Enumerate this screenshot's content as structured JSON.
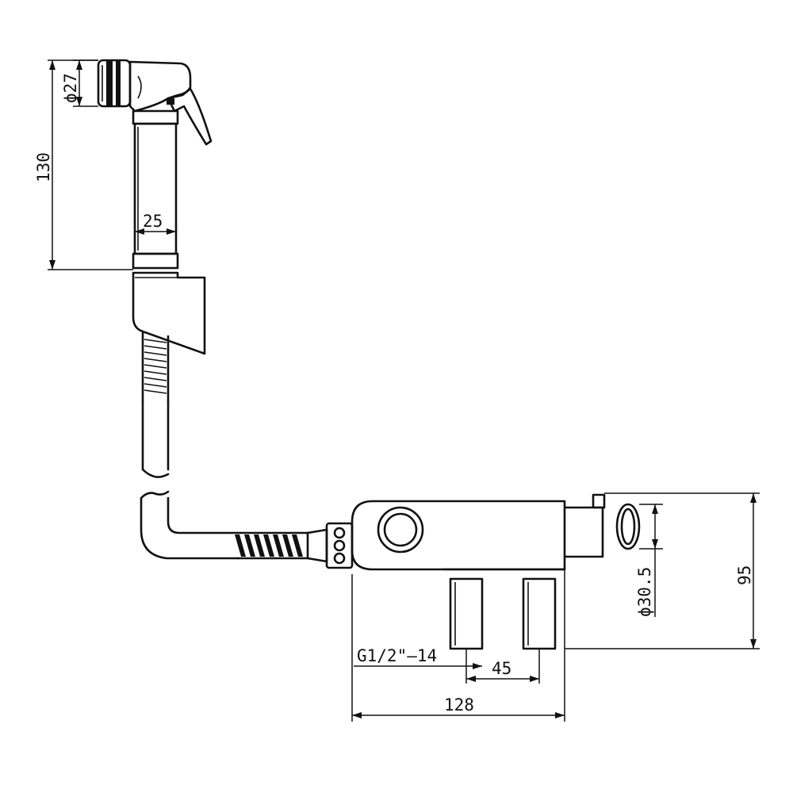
{
  "dimensions": {
    "head_diameter": "ϕ27",
    "handle_length": "130",
    "handle_width": "25",
    "thread": "G1/2\"–14",
    "inlet_spacing": "45",
    "body_length": "128",
    "outlet_diameter": "ϕ30.5",
    "body_height": "95"
  }
}
